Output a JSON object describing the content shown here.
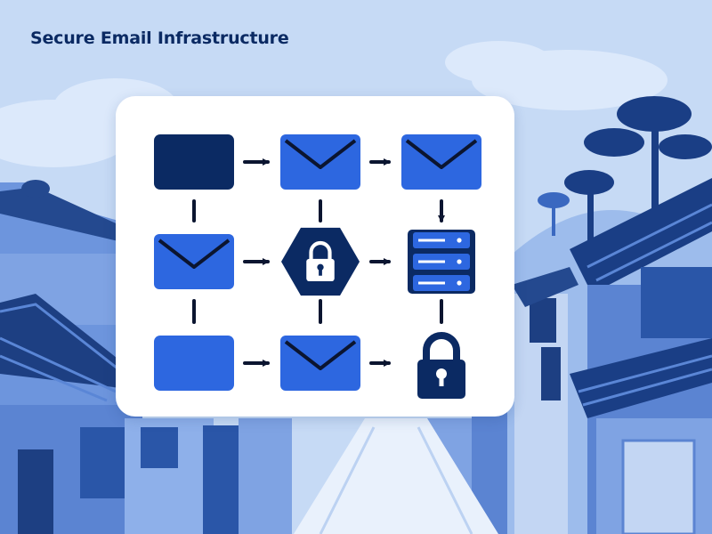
{
  "title": "Secure Email Infrastructure",
  "colors": {
    "navy": "#0b2a63",
    "blue": "#2d67e0",
    "sky_light": "#dbe8fa",
    "card": "#ffffff"
  },
  "diagram": {
    "nodes": [
      {
        "id": "n1",
        "icon": "dark-box-icon"
      },
      {
        "id": "n2",
        "icon": "envelope-icon"
      },
      {
        "id": "n3",
        "icon": "envelope-icon"
      },
      {
        "id": "n4",
        "icon": "envelope-icon"
      },
      {
        "id": "n5",
        "icon": "lock-hexagon-icon"
      },
      {
        "id": "n6",
        "icon": "server-icon"
      },
      {
        "id": "n7",
        "icon": "blue-box-icon"
      },
      {
        "id": "n8",
        "icon": "envelope-icon"
      },
      {
        "id": "n9",
        "icon": "padlock-icon"
      }
    ],
    "edges": [
      {
        "from": "n1",
        "to": "n2",
        "arrow": true
      },
      {
        "from": "n2",
        "to": "n3",
        "arrow": true
      },
      {
        "from": "n4",
        "to": "n5",
        "arrow": true
      },
      {
        "from": "n5",
        "to": "n6",
        "arrow": true
      },
      {
        "from": "n7",
        "to": "n8",
        "arrow": true
      },
      {
        "from": "n8",
        "to": "n9",
        "arrow": true
      },
      {
        "from": "n3",
        "to": "n6",
        "arrow": true
      },
      {
        "from": "n1",
        "to": "n4",
        "arrow": false
      },
      {
        "from": "n4",
        "to": "n7",
        "arrow": false
      },
      {
        "from": "n2",
        "to": "n5",
        "arrow": false
      },
      {
        "from": "n5",
        "to": "n8",
        "arrow": false
      },
      {
        "from": "n6",
        "to": "n9",
        "arrow": false
      }
    ]
  }
}
